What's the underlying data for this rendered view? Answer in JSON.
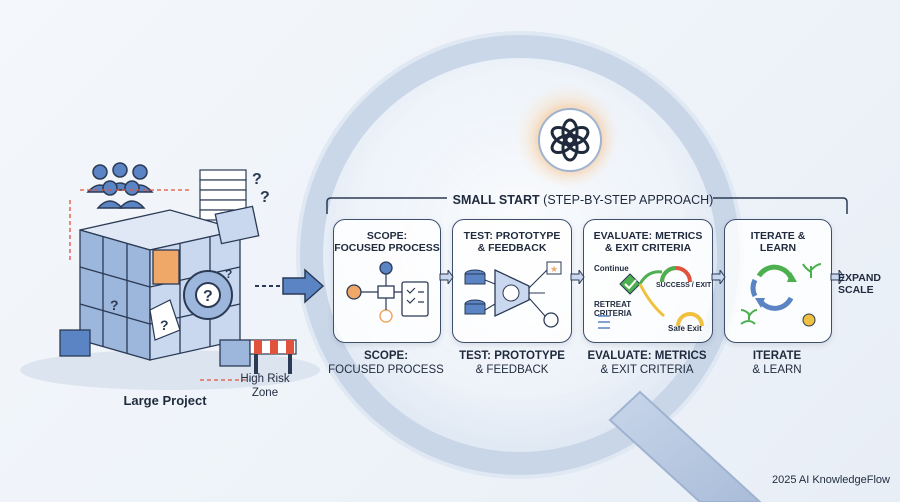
{
  "diagram": {
    "left": {
      "label": "Large Project",
      "risk_label_line1": "High Risk",
      "risk_label_line2": "Zone"
    },
    "header": {
      "title_bold": "SMALL START",
      "title_rest": "(STEP-BY-STEP APPROACH)"
    },
    "steps": [
      {
        "card_line1": "SCOPE:",
        "card_line2": "FOCUSED PROCESS",
        "below_line1": "SCOPE:",
        "below_line2": "FOCUSED PROCESS"
      },
      {
        "card_line1": "TEST: PROTOTYPE",
        "card_line2": "& FEEDBACK",
        "below_line1": "TEST: PROTOTYPE",
        "below_line2": "& FEEDBACK"
      },
      {
        "card_line1": "EVALUATE: METRICS",
        "card_line2": "& EXIT CRITERIA",
        "below_line1": "EVALUATE: METRICS",
        "below_line2": "& EXIT CRITERIA"
      },
      {
        "card_line1": "ITERATE &",
        "card_line2": "LEARN",
        "below_line1": "ITERATE",
        "below_line2": "& LEARN"
      }
    ],
    "evaluate_details": {
      "continue": "Continue",
      "success": "SUCCESS / EXIT",
      "retreat_line1": "RETREAT",
      "retreat_line2": "CRITERIA",
      "safe_exit": "Safe Exit"
    },
    "expand_line1": "EXPAND",
    "expand_line2": "SCALE",
    "footer": "2025 AI KnowledgeFlow"
  },
  "colors": {
    "accent_blue": "#5b84c4",
    "dark_navy": "#2b3a55",
    "orange": "#f0a868",
    "green": "#4caf50",
    "red": "#e0533d"
  }
}
